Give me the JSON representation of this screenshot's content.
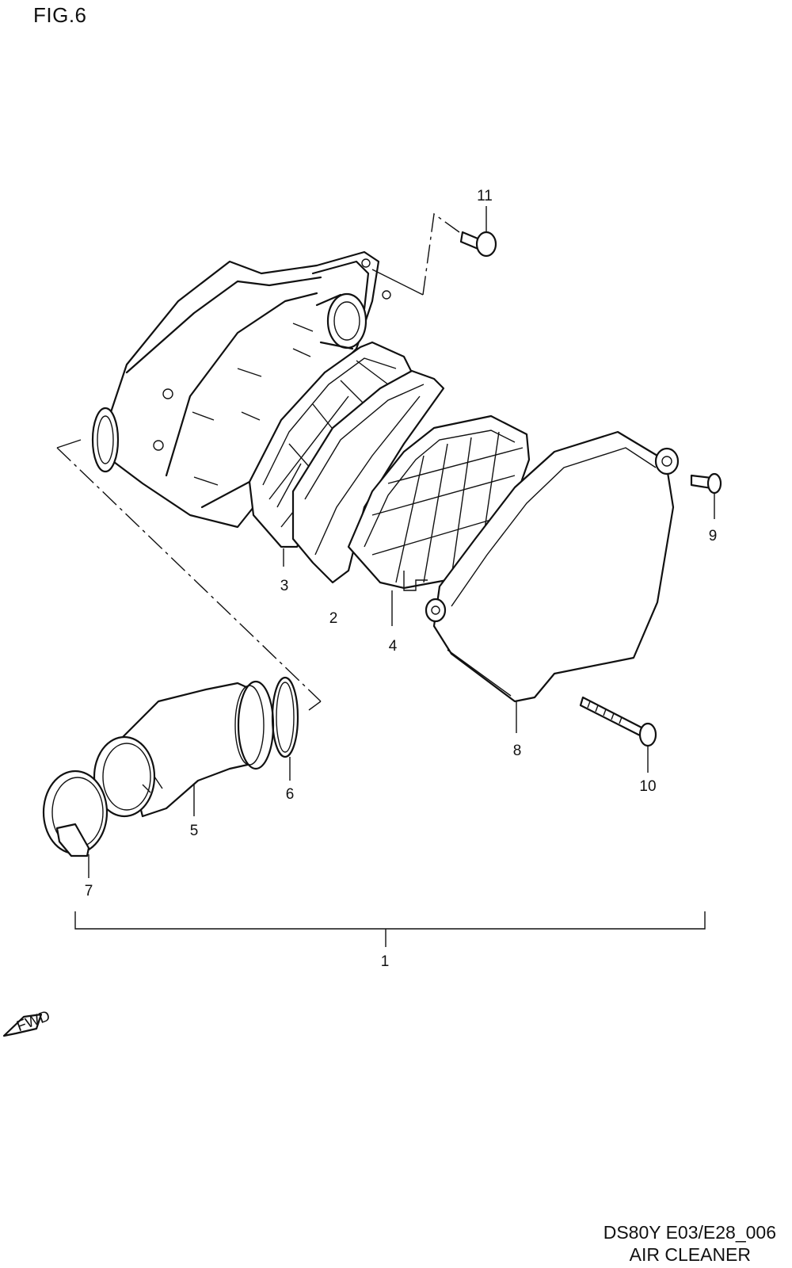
{
  "figure": {
    "title": "FIG.6",
    "code": "DS80Y E03/E28_006",
    "name": "AIR CLEANER",
    "fwd_label": "FWD"
  },
  "callouts": [
    "1",
    "2",
    "3",
    "4",
    "5",
    "6",
    "7",
    "8",
    "9",
    "10",
    "11"
  ]
}
